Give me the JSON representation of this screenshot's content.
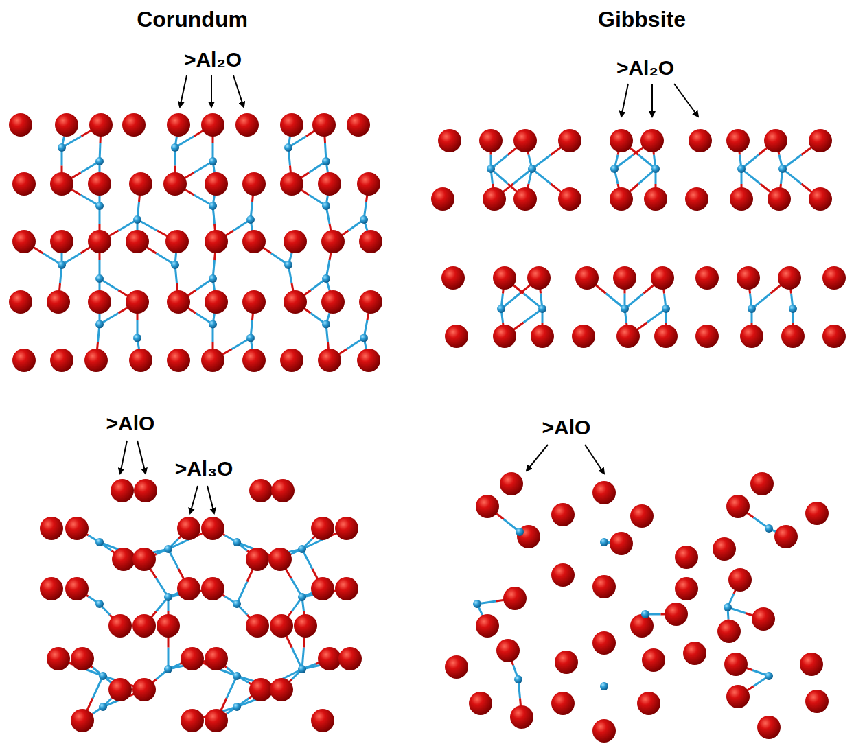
{
  "diagram": {
    "labels": [
      "Corundum",
      "Gibbsite",
      ">Al₂O",
      ">Al₂O",
      ">AlO",
      ">Al₃O",
      ">AlO"
    ]
  }
}
